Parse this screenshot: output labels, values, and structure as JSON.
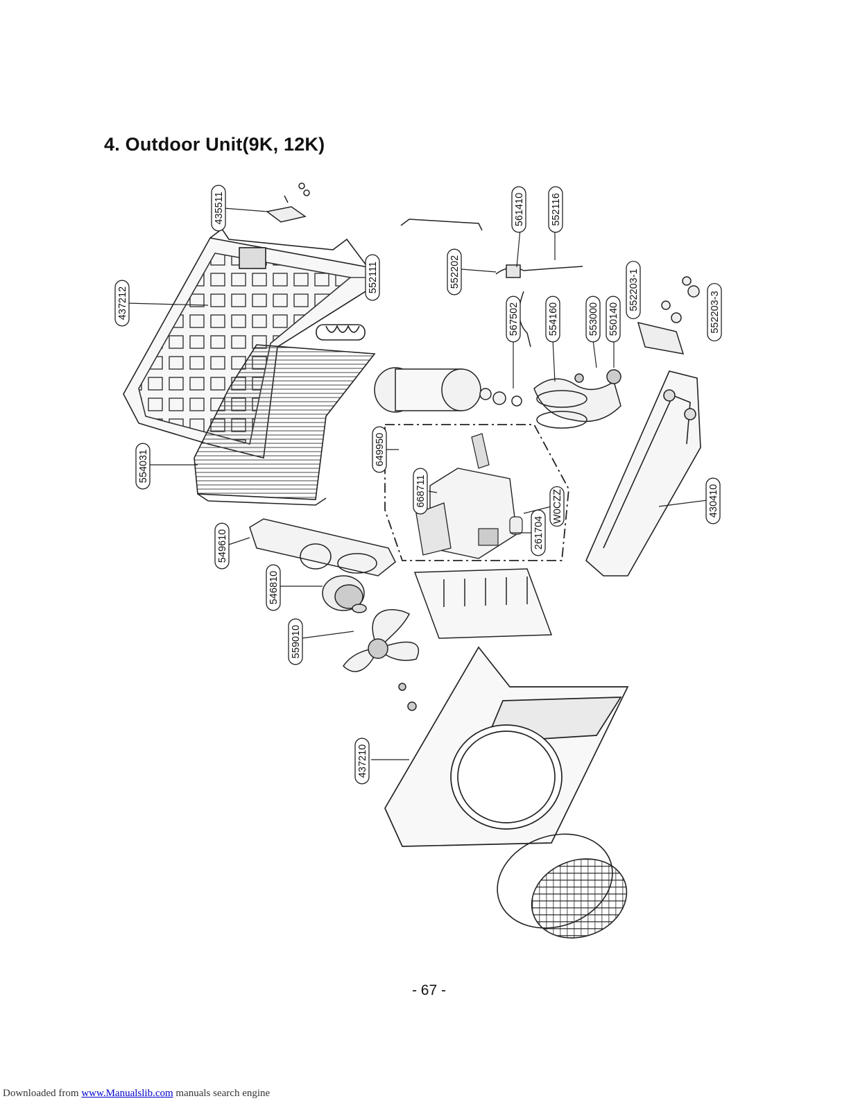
{
  "document": {
    "title": "4. Outdoor Unit(9K, 12K)",
    "page_number": "- 67 -"
  },
  "footer": {
    "prefix": "Downloaded from ",
    "link_text": "www.Manualslib.com",
    "suffix": " manuals search engine"
  },
  "part_labels": [
    {
      "id": "435511",
      "text": "435511"
    },
    {
      "id": "437212",
      "text": "437212"
    },
    {
      "id": "552111",
      "text": "552111"
    },
    {
      "id": "554031",
      "text": "554031"
    },
    {
      "id": "549610",
      "text": "549610"
    },
    {
      "id": "546810",
      "text": "546810"
    },
    {
      "id": "559010",
      "text": "559010"
    },
    {
      "id": "437210",
      "text": "437210"
    },
    {
      "id": "561410",
      "text": "561410"
    },
    {
      "id": "552116",
      "text": "552116"
    },
    {
      "id": "552202",
      "text": "552202"
    },
    {
      "id": "567502",
      "text": "567502"
    },
    {
      "id": "554160",
      "text": "554160"
    },
    {
      "id": "553000",
      "text": "553000"
    },
    {
      "id": "550140",
      "text": "550140"
    },
    {
      "id": "552203-1",
      "text": "552203-1"
    },
    {
      "id": "552203-3",
      "text": "552203-3"
    },
    {
      "id": "649950",
      "text": "649950"
    },
    {
      "id": "668711",
      "text": "668711"
    },
    {
      "id": "W0CZZ",
      "text": "W0CZZ"
    },
    {
      "id": "261704",
      "text": "261704"
    },
    {
      "id": "430410",
      "text": "430410"
    }
  ]
}
